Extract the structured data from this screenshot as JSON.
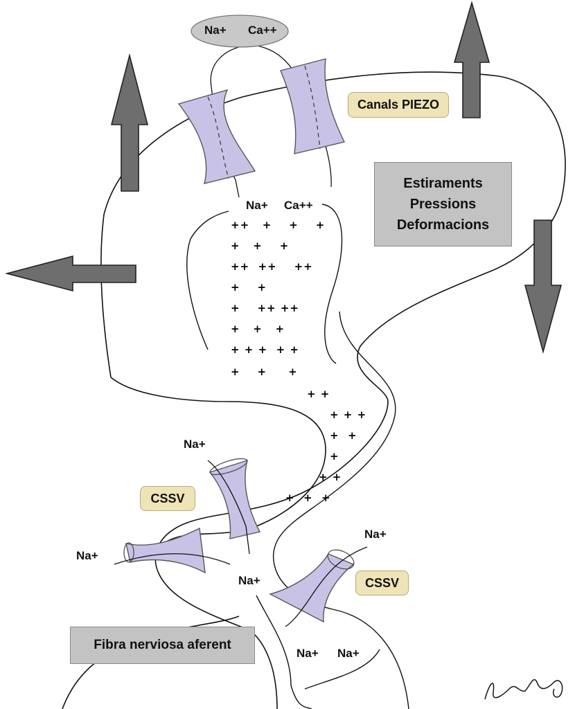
{
  "labels": {
    "piezo_channels": "Canals PIEZO",
    "stimuli": [
      "Estiraments",
      "Pressions",
      "Deformacions"
    ],
    "cssv_left": "CSSV",
    "cssv_right": "CSSV",
    "fiber": "Fibra nerviosa aferent"
  },
  "ions": {
    "outside_na": "Na+",
    "outside_ca": "Ca++",
    "inside_na": "Na+",
    "inside_ca": "Ca++",
    "cssv_top_na": "Na+",
    "cssv_left_na": "Na+",
    "cssv_mid_na": "Na+",
    "cssv_right_na": "Na+",
    "bottom_na_1": "Na+",
    "bottom_na_2": "Na+"
  },
  "charges": [
    "++   +    +    +",
    "+   +    +",
    "++  ++    ++",
    "+    +",
    "+    ++ ++",
    "+   +   +",
    "+ + +  + +",
    "+    +     +",
    "+ +",
    "+ + +",
    "+  +",
    "+",
    "+ +",
    "+  +  +"
  ],
  "colors": {
    "channel_fill": "#c8c3e6",
    "arrow_fill": "#6e6e6e",
    "grey_box": "#c3c3c3",
    "tan_box": "#efe4b8"
  }
}
